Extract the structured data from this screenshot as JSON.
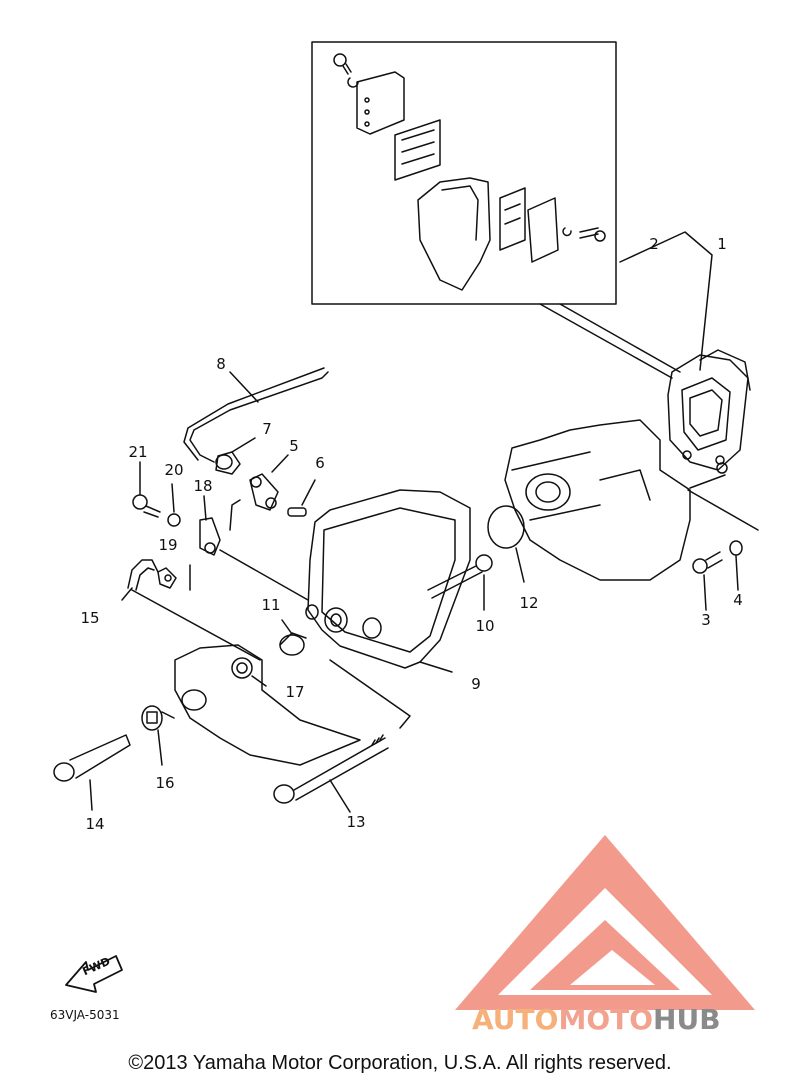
{
  "callouts": [
    {
      "id": "1",
      "label": "1"
    },
    {
      "id": "2",
      "label": "2"
    },
    {
      "id": "3",
      "label": "3"
    },
    {
      "id": "4",
      "label": "4"
    },
    {
      "id": "5",
      "label": "5"
    },
    {
      "id": "6",
      "label": "6"
    },
    {
      "id": "7",
      "label": "7"
    },
    {
      "id": "8",
      "label": "8"
    },
    {
      "id": "9",
      "label": "9"
    },
    {
      "id": "10",
      "label": "10"
    },
    {
      "id": "11",
      "label": "11"
    },
    {
      "id": "12",
      "label": "12"
    },
    {
      "id": "13",
      "label": "13"
    },
    {
      "id": "14",
      "label": "14"
    },
    {
      "id": "15",
      "label": "15"
    },
    {
      "id": "16",
      "label": "16"
    },
    {
      "id": "17",
      "label": "17"
    },
    {
      "id": "18",
      "label": "18"
    },
    {
      "id": "19",
      "label": "19"
    },
    {
      "id": "20",
      "label": "20"
    },
    {
      "id": "21",
      "label": "21"
    }
  ],
  "fwd_label": "FWD",
  "part_code": "63VJA-5031",
  "copyright": "©2013 Yamaha Motor Corporation, U.S.A. All rights reserved.",
  "watermark": {
    "part1": "AUTO",
    "part2": "MOTO",
    "part3": "HUB"
  },
  "colors": {
    "line": "#111111",
    "logo_red": "#f08070",
    "logo_orange": "#f6b07a",
    "logo_gray": "#8a8a8a"
  }
}
